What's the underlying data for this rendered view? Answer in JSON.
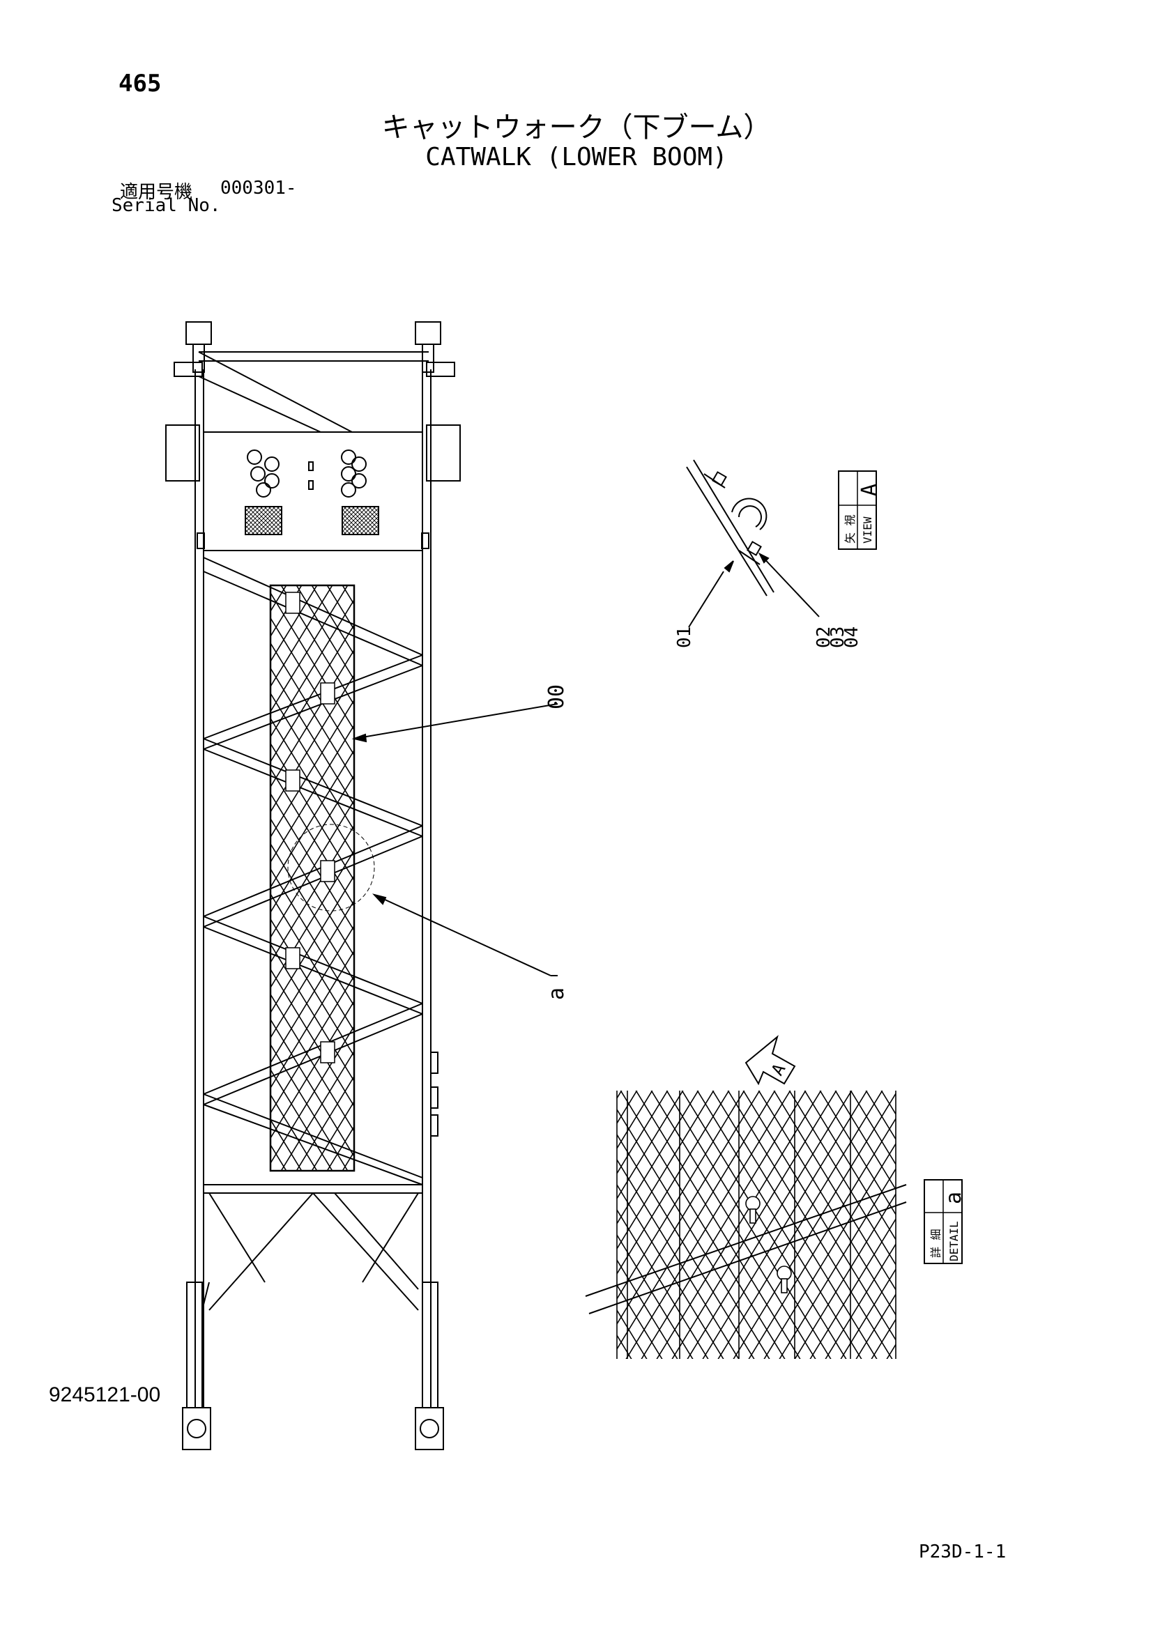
{
  "header": {
    "page_number": "465",
    "title_japanese": "キャットウォーク（下ブーム）",
    "title_english": "CATWALK (LOWER BOOM)",
    "serial_label_japanese": "適用号機",
    "serial_value": "000301-",
    "serial_label_english": "Serial No."
  },
  "callouts": {
    "catwalk": "00",
    "detail_ref": "a",
    "part_01": "01",
    "part_02": "02",
    "part_03": "03",
    "part_04": "04"
  },
  "view_a_box": {
    "letter": "A",
    "japanese": "矢 視",
    "english": "VIEW"
  },
  "detail_a_box": {
    "letter": "a",
    "japanese": "詳 細",
    "english": "DETAIL"
  },
  "view_arrow_letter": "A",
  "footer": {
    "document_number": "9245121-00",
    "page_code": "P23D-1-1"
  }
}
